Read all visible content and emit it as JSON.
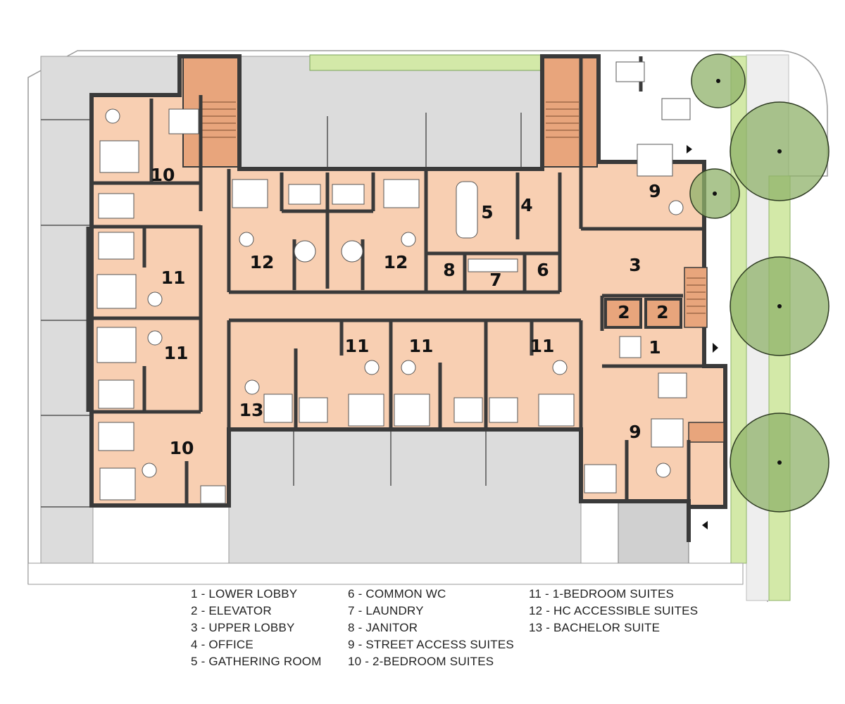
{
  "room_labels": [
    {
      "id": "r1",
      "text": "1"
    },
    {
      "id": "r2a",
      "text": "2"
    },
    {
      "id": "r2b",
      "text": "2"
    },
    {
      "id": "r3",
      "text": "3"
    },
    {
      "id": "r4",
      "text": "4"
    },
    {
      "id": "r5",
      "text": "5"
    },
    {
      "id": "r6",
      "text": "6"
    },
    {
      "id": "r7",
      "text": "7"
    },
    {
      "id": "r8",
      "text": "8"
    },
    {
      "id": "r9a",
      "text": "9"
    },
    {
      "id": "r9b",
      "text": "9"
    },
    {
      "id": "r10a",
      "text": "10"
    },
    {
      "id": "r10b",
      "text": "10"
    },
    {
      "id": "r11a",
      "text": "11"
    },
    {
      "id": "r11b",
      "text": "11"
    },
    {
      "id": "r11c",
      "text": "11"
    },
    {
      "id": "r11d",
      "text": "11"
    },
    {
      "id": "r11e",
      "text": "11"
    },
    {
      "id": "r12a",
      "text": "12"
    },
    {
      "id": "r12b",
      "text": "12"
    },
    {
      "id": "r13",
      "text": "13"
    }
  ],
  "legend": {
    "col1": [
      "1 - LOWER LOBBY",
      "2 - ELEVATOR",
      "3 - UPPER LOBBY",
      "4 - OFFICE",
      "5 - GATHERING ROOM"
    ],
    "col2": [
      "6 - COMMON WC",
      "7 - LAUNDRY",
      "8 - JANITOR",
      "9 - STREET ACCESS SUITES",
      "10 - 2-BEDROOM SUITES"
    ],
    "col3": [
      "11 - 1-BEDROOM SUITES",
      "12 - HC ACCESSIBLE SUITES",
      "13 - BACHELOR SUITE"
    ]
  },
  "colors": {
    "room_fill": "#f8cfb2",
    "stair_fill": "#e8a57c",
    "wall": "#3a3a3a",
    "exterior_gray": "#dcdcdc",
    "landscape_green": "#d3e9a8",
    "tree_fill": "#8fb26a",
    "tree_outline": "#2e3b22"
  }
}
